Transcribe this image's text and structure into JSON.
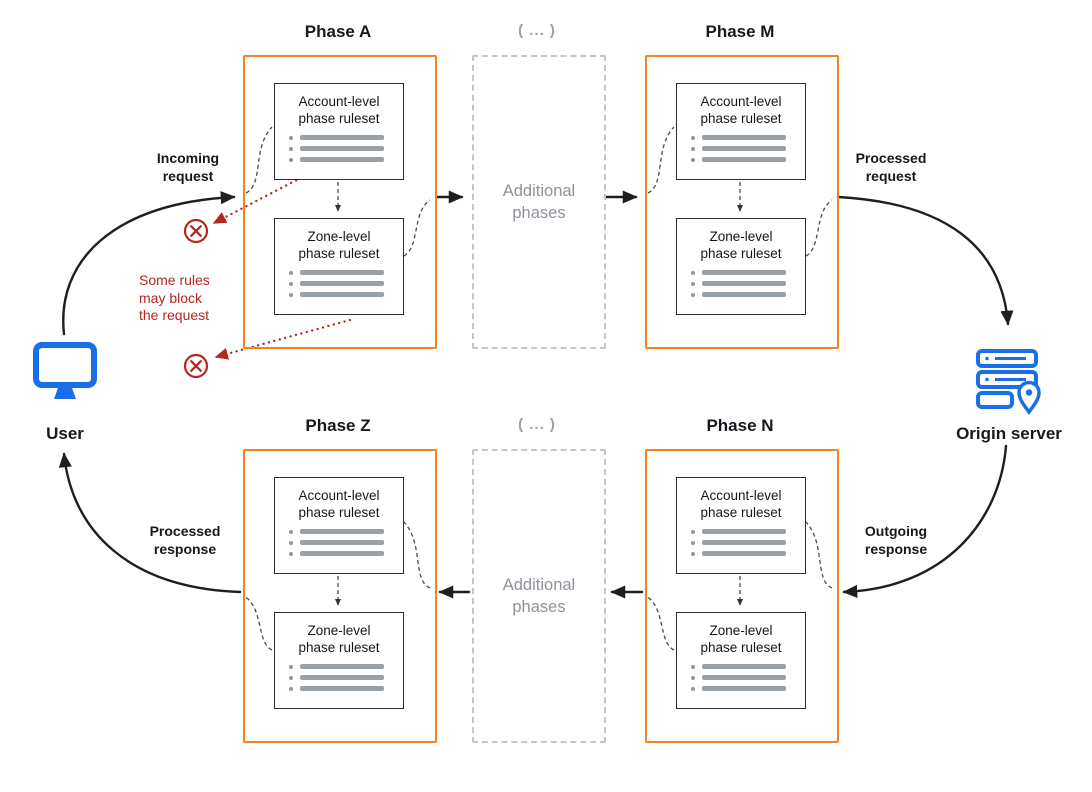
{
  "colors": {
    "phase_border_orange": "#F6821F",
    "icon_blue": "#1A6FE8",
    "alert_red": "#B2281F",
    "muted_gray": "#8D939C",
    "arrow_black": "#1F1F1F",
    "list_bar_gray": "#98A0A8"
  },
  "icons": {
    "user": "monitor-icon",
    "origin": "server-location-pin-icon",
    "blocked": "circle-x-icon"
  },
  "actors": {
    "user": {
      "label": "User"
    },
    "origin": {
      "label": "Origin server"
    }
  },
  "phases": {
    "a": {
      "title": "Phase A"
    },
    "m": {
      "title": "Phase M"
    },
    "z": {
      "title": "Phase Z"
    },
    "n": {
      "title": "Phase N"
    }
  },
  "additional_phases": {
    "header": "( ... )",
    "label": "Additional\nphases"
  },
  "ruleset": {
    "account_label": "Account-level\nphase ruleset",
    "zone_label": "Zone-level\nphase ruleset"
  },
  "flow_labels": {
    "incoming_request": "Incoming\nrequest",
    "processed_request": "Processed\nrequest",
    "outgoing_response": "Outgoing\nresponse",
    "processed_response": "Processed\nresponse"
  },
  "annotations": {
    "block_note": "Some rules\nmay block\nthe request"
  }
}
